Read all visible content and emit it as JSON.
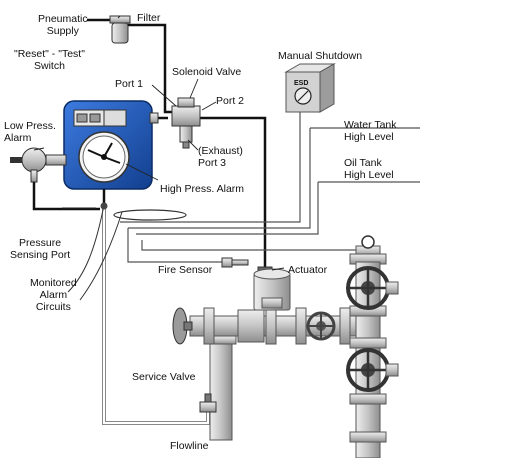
{
  "labels": {
    "pneumatic_supply": "Pneumatic\nSupply",
    "filter": "Filter",
    "reset_test_switch": "\"Reset\" - \"Test\"\nSwitch",
    "solenoid_valve": "Solenoid Valve",
    "port1": "Port 1",
    "port2": "Port 2",
    "manual_shutdown": "Manual Shutdown",
    "low_press_alarm": "Low Press.\nAlarm",
    "exhaust_port3": "(Exhaust)\nPort 3",
    "high_press_alarm": "High Press. Alarm",
    "water_tank": "Water Tank\nHigh Level",
    "oil_tank": "Oil Tank\nHigh Level",
    "pressure_sensing_port": "Pressure\nSensing Port",
    "fire_sensor": "Fire Sensor",
    "actuator": "Actuator",
    "monitored_alarm_circuits": "Monitored\nAlarm\nCircuits",
    "service_valve": "Service Valve",
    "flowline": "Flowline",
    "esd_glyph": "ESD"
  },
  "colors": {
    "controller_blue": "#1c5bbf",
    "line": "#111111",
    "metal": "#c8c8c8",
    "metal_dark": "#8a8a8a"
  },
  "icons": [
    "filter-icon",
    "solenoid-valve-icon",
    "manual-shutdown-button-icon",
    "gauge-icon",
    "fire-sensor-icon",
    "actuator-icon",
    "gate-valve-handwheel-icon",
    "service-valve-icon"
  ]
}
